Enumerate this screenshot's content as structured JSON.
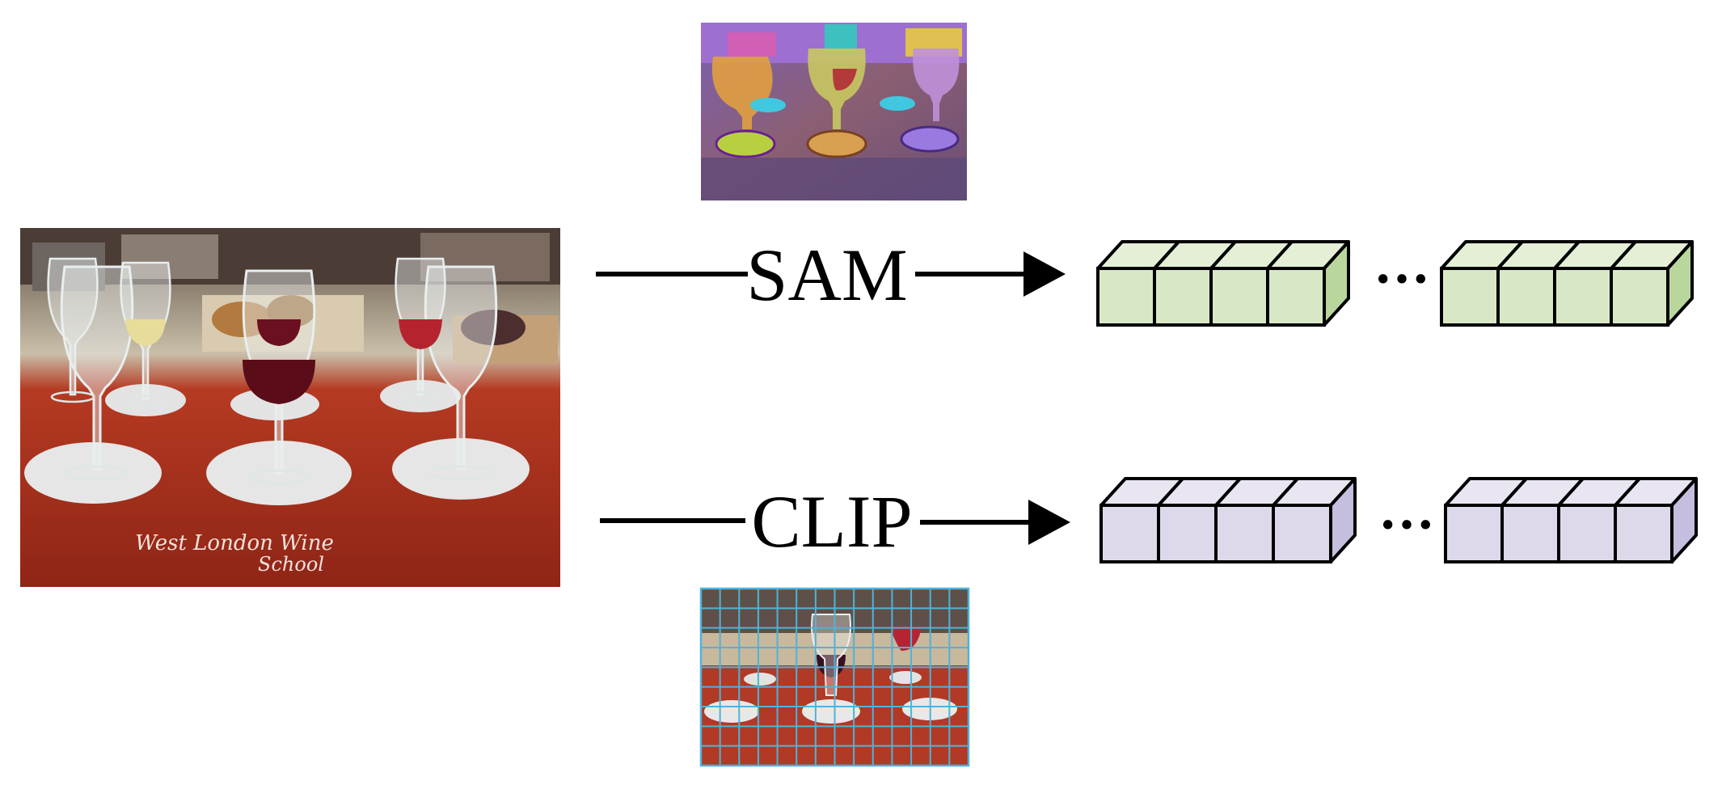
{
  "labels": {
    "sam": "SAM",
    "clip": "CLIP",
    "ellipsis": "···"
  },
  "input_image": {
    "placemat_text_1": "West London Wine",
    "placemat_text_2": "School"
  },
  "colors": {
    "sam_token_face": "#d8e8c6",
    "sam_token_side": "#b9d69c",
    "sam_token_top": "#e4efd6",
    "clip_token_face": "#ddd9ea",
    "clip_token_side": "#c6bedf",
    "clip_token_top": "#e9e6f2",
    "patch_grid": "#4fb3d9",
    "placemat_red": "#a8301e"
  },
  "icons": {
    "arrow": "right-arrow-icon"
  }
}
